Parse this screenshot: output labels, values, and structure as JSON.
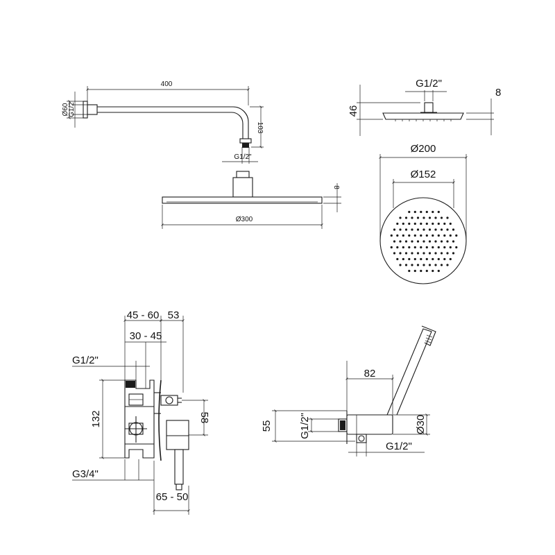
{
  "arm_shower_view": {
    "arm_length": "400",
    "flange_diameter": "Ø60",
    "wall_thread": "G1/2",
    "drop_height": "103",
    "outlet_thread": "G1/2\""
  },
  "head_side_view": {
    "thickness": "8",
    "diameter": "Ø300"
  },
  "head_round_view": {
    "thread": "G1/2\"",
    "thickness": "8",
    "height": "46",
    "outer_diameter": "Ø200",
    "inner_diameter": "Ø152"
  },
  "mixer_view": {
    "depth_range_outer": "45 - 60",
    "cover_depth": "53",
    "depth_range_inner": "30 - 45",
    "inlet_thread": "G1/2\"",
    "body_height": "132",
    "outlet_spacing": "58",
    "supply_thread": "G3/4\"",
    "handle_projection": "65 - 50"
  },
  "hand_shower_view": {
    "projection": "82",
    "height": "55",
    "wall_thread": "G1/2\"",
    "diameter": "Ø30",
    "hose_thread": "G1/2\""
  },
  "colors": {
    "line": "#1a1a1a",
    "background": "#ffffff"
  }
}
